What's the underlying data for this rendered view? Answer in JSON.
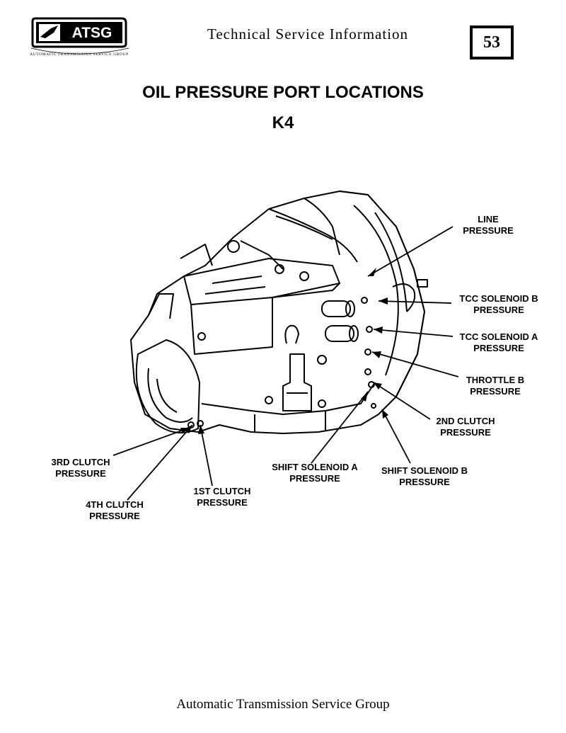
{
  "header": {
    "logo_text": "ATSG",
    "logo_ring_text": "AUTOMATIC TRANSMISSION SERVICE GROUP",
    "title": "Technical Service Information",
    "page_number": "53"
  },
  "document": {
    "title": "OIL PRESSURE PORT LOCATIONS",
    "subtitle": "K4"
  },
  "callouts": [
    {
      "line1": "LINE",
      "line2": "PRESSURE"
    },
    {
      "line1": "TCC SOLENOID B",
      "line2": "PRESSURE"
    },
    {
      "line1": "TCC SOLENOID A",
      "line2": "PRESSURE"
    },
    {
      "line1": "THROTTLE B",
      "line2": "PRESSURE"
    },
    {
      "line1": "2ND CLUTCH",
      "line2": "PRESSURE"
    },
    {
      "line1": "SHIFT SOLENOID B",
      "line2": "PRESSURE"
    },
    {
      "line1": "SHIFT SOLENOID A",
      "line2": "PRESSURE"
    },
    {
      "line1": "1ST CLUTCH",
      "line2": "PRESSURE"
    },
    {
      "line1": "3RD CLUTCH",
      "line2": "PRESSURE"
    },
    {
      "line1": "4TH CLUTCH",
      "line2": "PRESSURE"
    }
  ],
  "footer": {
    "text": "Automatic Transmission Service Group"
  }
}
